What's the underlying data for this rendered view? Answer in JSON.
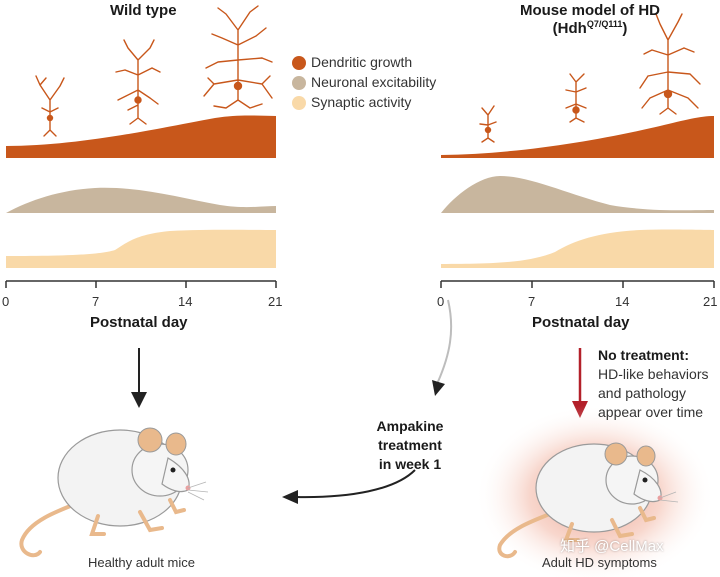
{
  "titles": {
    "wild_type": "Wild type",
    "hd_model_line1": "Mouse model of HD",
    "hd_model_line2_prefix": "(Hdh",
    "hd_model_line2_sup": "Q7/Q111",
    "hd_model_line2_suffix": ")"
  },
  "legend": [
    {
      "label": "Dendritic growth",
      "color": "#c8571b"
    },
    {
      "label": "Neuronal excitability",
      "color": "#c8b69e"
    },
    {
      "label": "Synaptic activity",
      "color": "#f9d9a8"
    }
  ],
  "axis": {
    "ticks": [
      "0",
      "7",
      "14",
      "21"
    ],
    "label": "Postnatal day"
  },
  "treatment": {
    "line1": "Ampakine",
    "line2": "treatment",
    "line3": "in week 1"
  },
  "no_treatment": {
    "heading": "No treatment:",
    "line1": "HD-like behaviors",
    "line2": "and pathology",
    "line3": "appear over time"
  },
  "captions": {
    "healthy": "Healthy adult mice",
    "hd": "Adult HD symptoms"
  },
  "watermark": "知乎 @CellMax",
  "colors": {
    "dendritic": "#c8571b",
    "excitability": "#c8b69e",
    "synaptic": "#f9d9a8",
    "red_arrow": "#b3202a",
    "axis": "#333333"
  }
}
